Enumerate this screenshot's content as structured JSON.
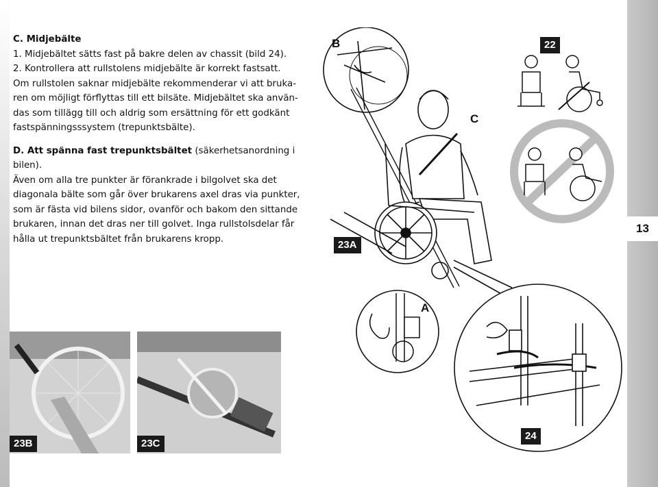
{
  "section_c": {
    "heading": "C. Midjebälte",
    "lines": [
      "1. Midjebältet sätts fast på bakre delen av chassit (bild 24).",
      "2. Kontrollera att rullstolens midjebälte är korrekt fastsatt.",
      "Om rullstolen saknar midjebälte rekommenderar vi att bruka-",
      "ren om möjligt förflyttas till ett bilsäte. Midjebältet ska använ-",
      "das som tillägg till och aldrig som ersättning för ett godkänt",
      "fastspänningsssystem (trepunktsbälte)."
    ]
  },
  "section_d": {
    "heading": "D. Att spänna fast trepunktsbältet",
    "heading_suffix": " (säkerhetsanordning i",
    "lines": [
      "bilen).",
      "Även om alla tre punkter är förankrade i bilgolvet ska det",
      "diagonala bälte som går över brukarens axel dras via punkter,",
      "som är fästa vid bilens sidor, ovanför och bakom den sittande",
      "brukaren, innan det dras ner till golvet. Inga rullstolsdelar får",
      "hålla ut trepunktsbältet från brukarens kropp."
    ]
  },
  "figures": {
    "label_23a": "23A",
    "label_23b": "23B",
    "label_23c": "23C",
    "label_24": "24",
    "label_22": "22",
    "callout_a": "A",
    "callout_b": "B",
    "callout_c": "C"
  },
  "page_number": "13"
}
